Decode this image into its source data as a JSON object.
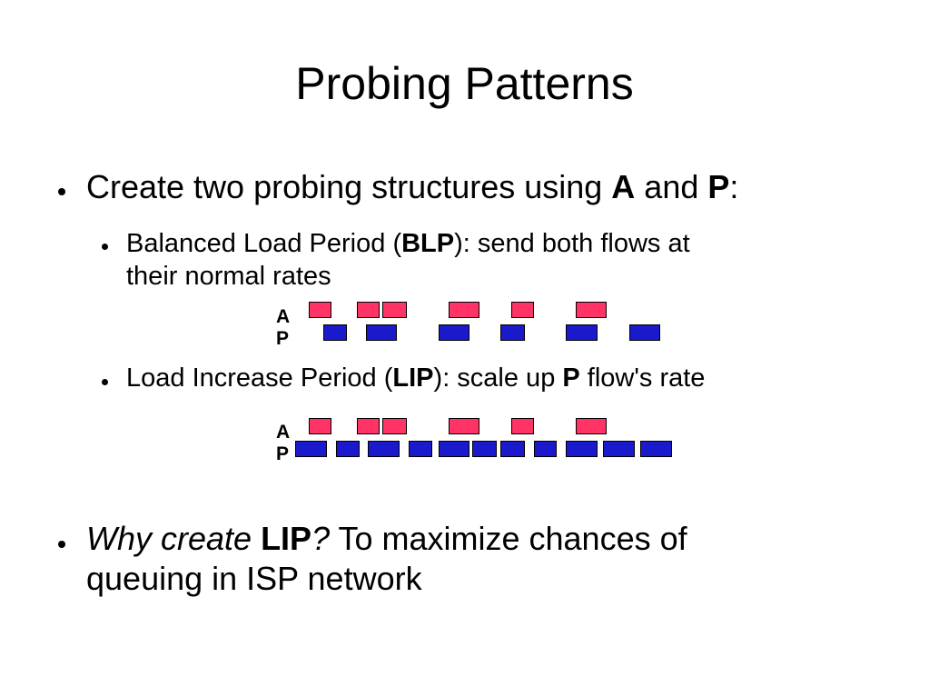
{
  "title": "Probing Patterns",
  "bullets": {
    "b1": {
      "pre": "Create two probing structures using ",
      "a": "A",
      "mid": " and ",
      "p": "P",
      "post": ":"
    },
    "b2": {
      "pre": "Balanced Load Period (",
      "bold": "BLP",
      "post1": "): send both flows at",
      "line2": "their normal rates"
    },
    "b3": {
      "pre": "Load Increase Period (",
      "bold": "LIP",
      "mid": "): scale up ",
      "p": "P",
      "post": " flow's rate"
    },
    "b4": {
      "italic1": "Why create ",
      "bold": "LIP",
      "italic2": "?",
      "post": " To maximize chances of",
      "line2": "queuing in ISP network"
    }
  },
  "diagram_blp": {
    "label_a": "A",
    "label_p": "P"
  },
  "diagram_lip": {
    "label_a": "A",
    "label_p": "P"
  },
  "colors": {
    "a_flow": "#ff3366",
    "p_flow": "#1a1acc"
  }
}
